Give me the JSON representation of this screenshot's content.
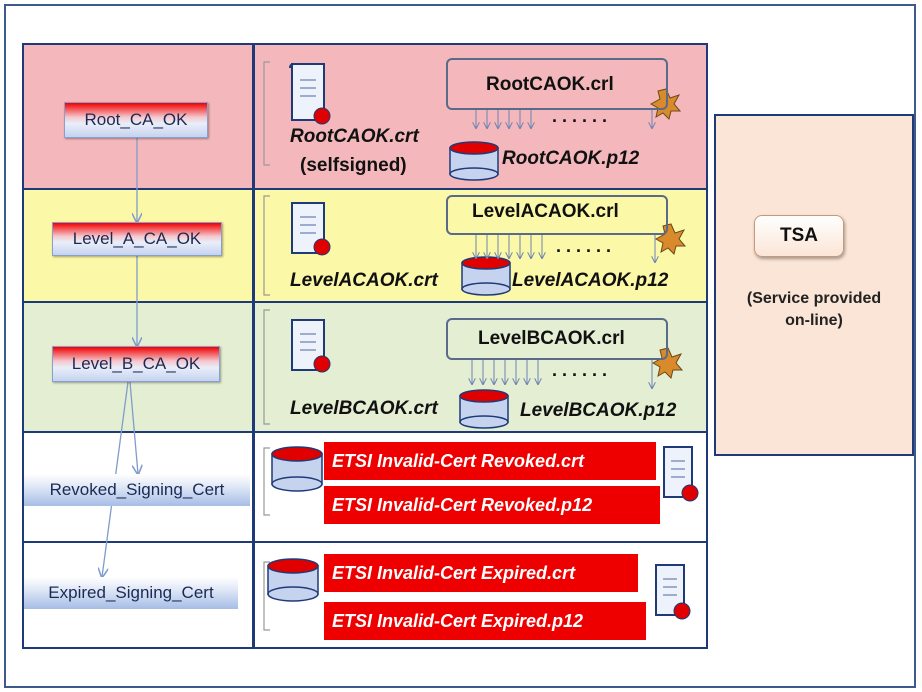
{
  "nodes": {
    "root": "Root_CA_OK",
    "level_a": "Level_A_CA_OK",
    "level_b": "Level_B_CA_OK",
    "revoked": "Revoked_Signing_Cert",
    "expired": "Expired_Signing_Cert"
  },
  "root_row": {
    "crl": "RootCAOK.crl",
    "crt": "RootCAOK.crt",
    "crt_note": "(selfsigned)",
    "p12": "RootCAOK.p12",
    "dots": ". . . . . ."
  },
  "level_a_row": {
    "crl": "LevelACAOK.crl",
    "crt": "LevelACAOK.crt",
    "p12": "LevelACAOK.p12",
    "dots": ". . . . . ."
  },
  "level_b_row": {
    "crl": "LevelBCAOK.crl",
    "crt": "LevelBCAOK.crt",
    "p12": "LevelBCAOK.p12",
    "dots": ". . . . . ."
  },
  "revoked_row": {
    "crt": "ETSI Invalid-Cert Revoked.crt",
    "p12": "ETSI Invalid-Cert Revoked.p12"
  },
  "expired_row": {
    "crt": "ETSI Invalid-Cert Expired.crt",
    "p12": "ETSI Invalid-Cert Expired.p12"
  },
  "tsa": {
    "label": "TSA",
    "note_line1": "(Service provided",
    "note_line2": "on-line)"
  },
  "colors": {
    "root_band": "#f4b8bc",
    "level_a_band": "#fbf8a8",
    "level_b_band": "#e3eed3",
    "tsa_panel": "#fbe5d6",
    "invalid_box": "#ee0000"
  }
}
